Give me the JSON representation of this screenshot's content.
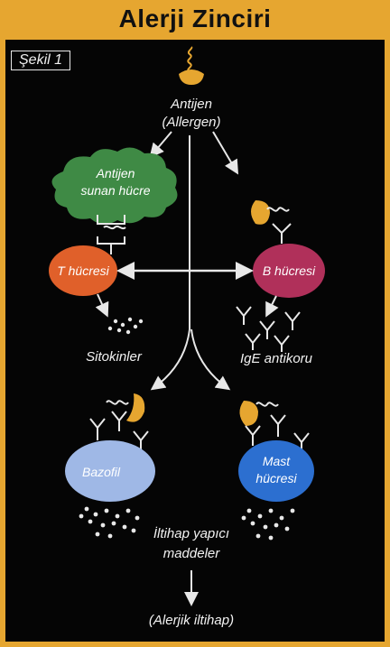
{
  "title": "Alerji Zinciri",
  "figure_label": "Şekil 1",
  "antigen": {
    "line1": "Antijen",
    "line2": "(Allergen)"
  },
  "apc": {
    "line1": "Antijen",
    "line2": "sunan hücre"
  },
  "t_cell": "T hücresi",
  "b_cell": "B hücresi",
  "cytokines": "Sitokinler",
  "ige": "IgE antikoru",
  "basophil": "Bazofil",
  "mast": {
    "line1": "Mast",
    "line2": "hücresi"
  },
  "mediators": {
    "line1": "İltihap yapıcı",
    "line2": "maddeler"
  },
  "outcome": "(Alerjik iltihap)",
  "colors": {
    "frame": "#e6a630",
    "panel": "#050505",
    "apc": "#3f8a45",
    "t_cell": "#e0602a",
    "b_cell": "#b0305a",
    "basophil": "#9fb8e6",
    "mast": "#2c6fd0",
    "antigen": "#e6a630"
  }
}
